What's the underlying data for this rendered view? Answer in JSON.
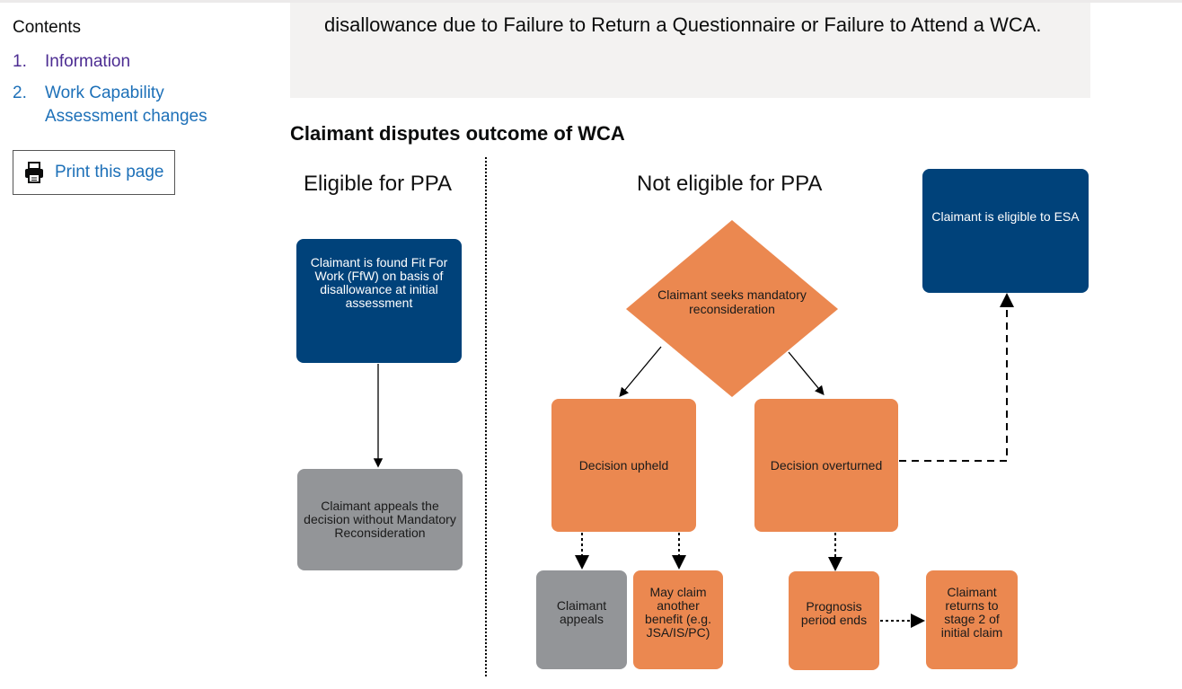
{
  "sidebar": {
    "contents_title": "Contents",
    "items": [
      {
        "number": "1.",
        "label": "Information"
      },
      {
        "number": "2.",
        "label": "Work Capability Assessment changes"
      }
    ],
    "print_label": "Print this page"
  },
  "main": {
    "inset_text": "disallowance due to Failure to Return a Questionnaire or Failure to Attend a WCA.",
    "heading": "Claimant disputes outcome of WCA"
  },
  "diagram": {
    "left_header": "Eligible for PPA",
    "right_header": "Not eligible for PPA",
    "nodes": {
      "fit_for_work": "Claimant is found  Fit For Work (FfW) on basis of disallowance at initial assessment",
      "appeal_without_mr": "Claimant appeals the decision without Mandatory Reconsideration",
      "seeks_mr": "Claimant seeks mandatory reconsideration",
      "eligible_esa": "Claimant is eligible to ESA",
      "upheld": "Decision upheld",
      "overturned": "Decision overturned",
      "claimant_appeals": "Claimant appeals",
      "another_benefit": "May claim another benefit (e.g. JSA/IS/PC)",
      "prognosis_ends": "Prognosis period ends",
      "returns_stage2": "Claimant returns to stage 2 of initial claim"
    },
    "colors": {
      "navy": "#00427a",
      "orange": "#eb8850",
      "gray": "#939598"
    }
  }
}
